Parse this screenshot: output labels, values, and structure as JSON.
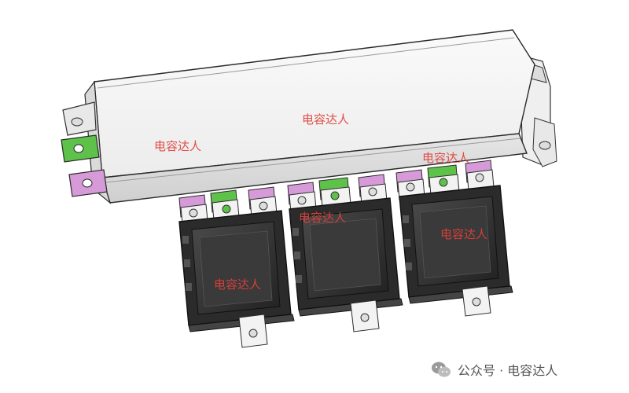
{
  "watermarks": {
    "w1": "电容达人",
    "w2": "电容达人",
    "w3": "电容达人",
    "w4": "电容达人",
    "w5": "电容达人",
    "w6": "电容达人"
  },
  "footer": {
    "text": "公众号 · 电容达人",
    "icon": "wechat-icon"
  },
  "colors": {
    "green_terminal": "#5ec24a",
    "pink_terminal": "#d79ad8",
    "watermark": "#e0403a",
    "housing": "#f3f3f3",
    "module": "#2f2f2f"
  }
}
